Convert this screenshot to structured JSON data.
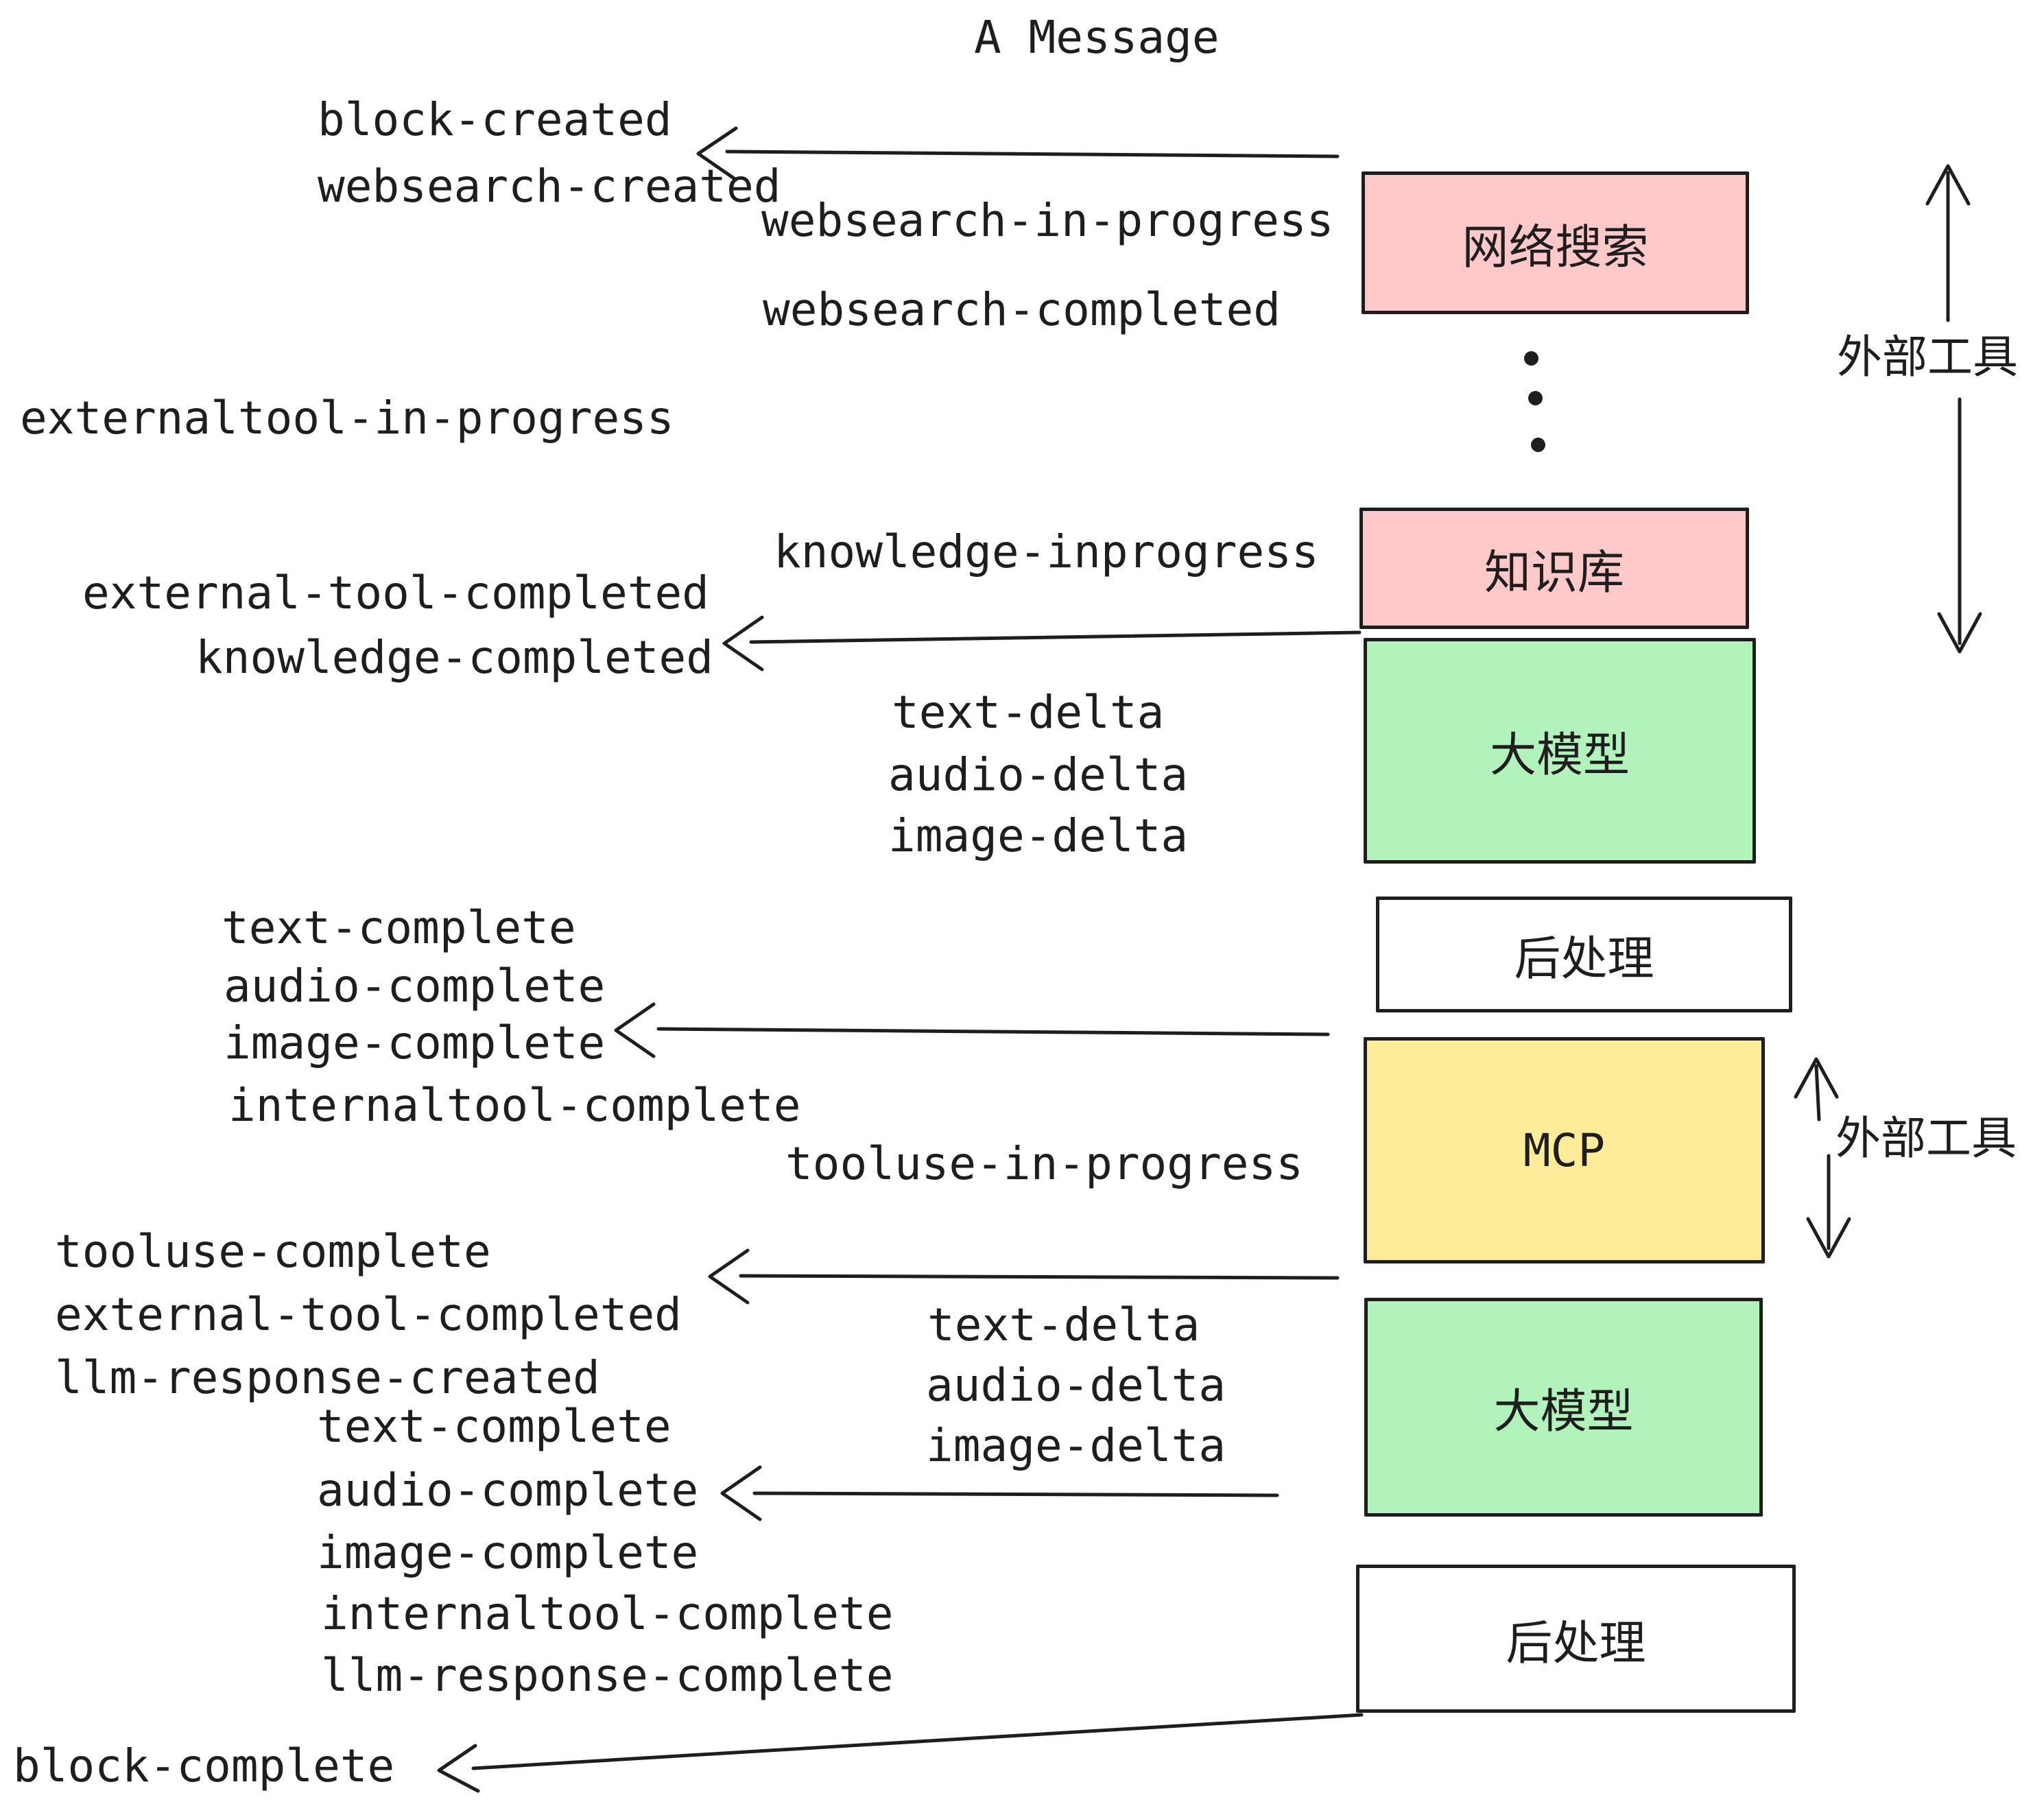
{
  "title": "A Message",
  "colors": {
    "ink": "#1e1e1e",
    "external_tool_box": "#ffc9c9",
    "llm_box": "#b2f2bb",
    "mcp_box": "#ffec99",
    "postprocess_box": "#ffffff",
    "background": "#ffffff"
  },
  "events": {
    "block_created": "block-created",
    "websearch_created": "websearch-created",
    "websearch_in_progress": "websearch-in-progress",
    "websearch_completed": "websearch-completed",
    "externaltool_in_progress": "externaltool-in-progress",
    "knowledge_inprogress": "knowledge-inprogress",
    "external_tool_completed": "external-tool-completed",
    "knowledge_completed": "knowledge-completed",
    "text_delta": "text-delta",
    "audio_delta": "audio-delta",
    "image_delta": "image-delta",
    "text_complete": "text-complete",
    "audio_complete": "audio-complete",
    "image_complete": "image-complete",
    "internaltool_complete": "internaltool-complete",
    "tooluse_in_progress": "tooluse-in-progress",
    "tooluse_complete": "tooluse-complete",
    "external_tool_completed_2": "external-tool-completed",
    "llm_response_created": "llm-response-created",
    "text_delta_2": "text-delta",
    "audio_delta_2": "audio-delta",
    "image_delta_2": "image-delta",
    "text_complete_2": "text-complete",
    "audio_complete_2": "audio-complete",
    "image_complete_2": "image-complete",
    "internaltool_complete_2": "internaltool-complete",
    "llm_response_complete": "llm-response-complete",
    "block_complete": "block-complete"
  },
  "boxes": {
    "websearch": {
      "label": "网络搜索"
    },
    "knowledge": {
      "label": "知识库"
    },
    "llm_1": {
      "label": "大模型"
    },
    "post_1": {
      "label": "后处理"
    },
    "mcp": {
      "label": "MCP"
    },
    "llm_2": {
      "label": "大模型"
    },
    "post_2": {
      "label": "后处理"
    }
  },
  "side_labels": {
    "external_tools_top": "外部工具",
    "external_tools_bottom": "外部工具"
  }
}
